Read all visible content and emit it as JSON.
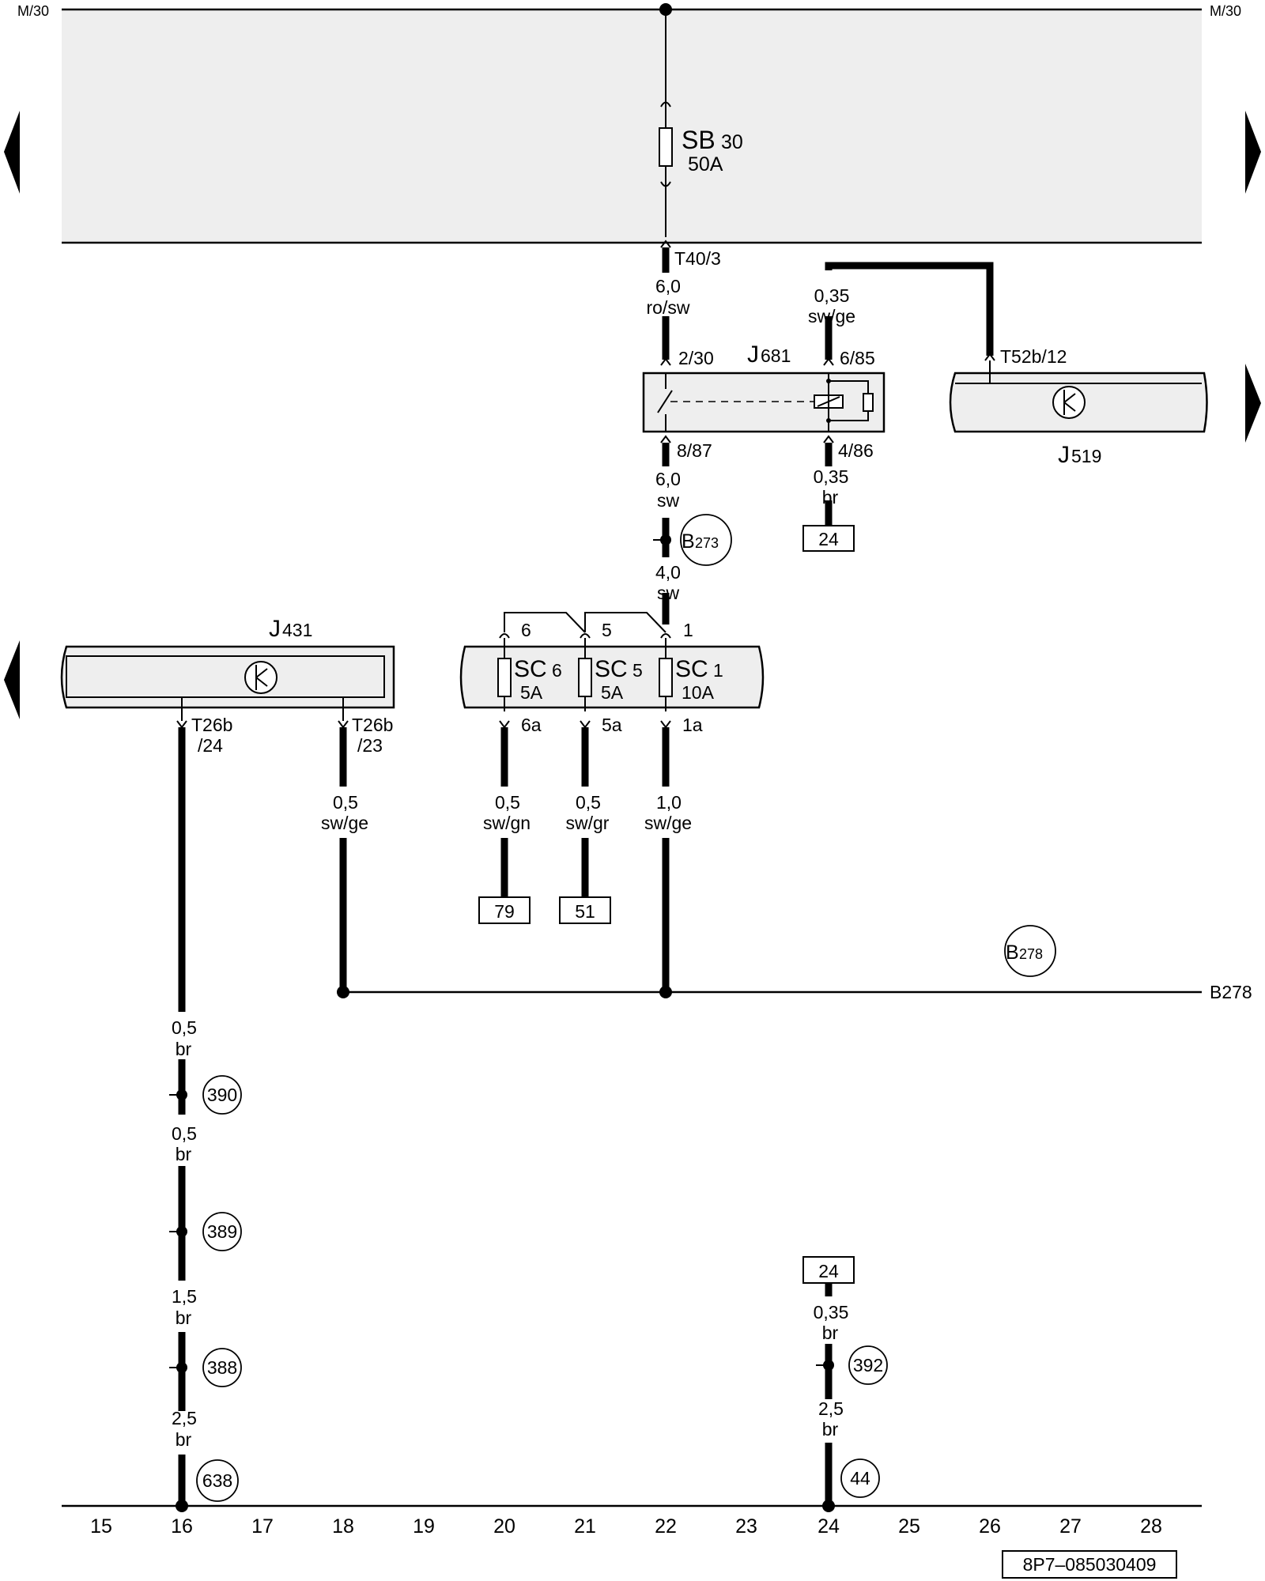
{
  "rails": {
    "top_left": "M/30",
    "top_right": "M/30",
    "right_ground_label": "B278"
  },
  "fuse_sb": {
    "name": "SB",
    "number": "30",
    "rating": "50A",
    "connector": "T40/3"
  },
  "wires": {
    "w_main_size": "6,0",
    "w_main_color": "ro/sw",
    "w_relay_ctrl_size": "0,35",
    "w_relay_ctrl_color": "sw/ge",
    "w_relay_out_size": "6,0",
    "w_relay_out_color": "sw",
    "w_relay_gnd_size": "0,35",
    "w_relay_gnd_color": "br",
    "w_fusefeed_size": "4,0",
    "w_fusefeed_color": "sw",
    "w_sc6_size": "0,5",
    "w_sc6_color": "sw/gn",
    "w_sc5_size": "0,5",
    "w_sc5_color": "sw/gr",
    "w_sc1_size": "1,0",
    "w_sc1_color": "sw/ge",
    "w_j431b_size": "0,5",
    "w_j431b_color": "sw/ge",
    "w_gnd1_size": "0,5",
    "w_gnd1_color": "br",
    "w_gnd2_size": "0,5",
    "w_gnd2_color": "br",
    "w_gnd3_size": "1,5",
    "w_gnd3_color": "br",
    "w_gnd4_size": "2,5",
    "w_gnd4_color": "br",
    "w_r24a_size": "0,35",
    "w_r24a_color": "br",
    "w_r24b_size": "2,5",
    "w_r24b_color": "br"
  },
  "relay_j681": {
    "name": "J",
    "number": "681",
    "pin_in": "2/30",
    "pin_coil": "6/85",
    "pin_out": "8/87",
    "pin_gnd": "4/86"
  },
  "module_j519": {
    "name": "J",
    "number": "519",
    "pin": "T52b/12"
  },
  "module_j431": {
    "name": "J",
    "number": "431",
    "pin_a1": "T26b",
    "pin_a2": "/24",
    "pin_b1": "T26b",
    "pin_b2": "/23"
  },
  "fuse_block_sc": {
    "fuses": [
      {
        "name": "SC",
        "number": "6",
        "rating": "5A",
        "pin_in": "6",
        "pin_out": "6a"
      },
      {
        "name": "SC",
        "number": "5",
        "rating": "5A",
        "pin_in": "5",
        "pin_out": "5a"
      },
      {
        "name": "SC",
        "number": "1",
        "rating": "10A",
        "pin_in": "1",
        "pin_out": "1a"
      }
    ]
  },
  "connection_points": {
    "b273_letter": "B",
    "b273_number": "273",
    "b278_letter": "B",
    "b278_number": "278"
  },
  "references": {
    "ref_79": "79",
    "ref_51": "51",
    "ref_24_top": "24",
    "ref_24_bottom": "24"
  },
  "ground_points": [
    "390",
    "389",
    "388",
    "638",
    "392",
    "44"
  ],
  "track_numbers": [
    "15",
    "16",
    "17",
    "18",
    "19",
    "20",
    "21",
    "22",
    "23",
    "24",
    "25",
    "26",
    "27",
    "28"
  ],
  "doc_code": "8P7–085030409",
  "icons": {
    "nav_left_1": "triangle-left-icon",
    "nav_left_2": "triangle-left-icon",
    "nav_right_1": "triangle-right-icon",
    "nav_right_2": "triangle-right-icon",
    "control_unit_symbol": "control-unit-symbol-icon"
  }
}
